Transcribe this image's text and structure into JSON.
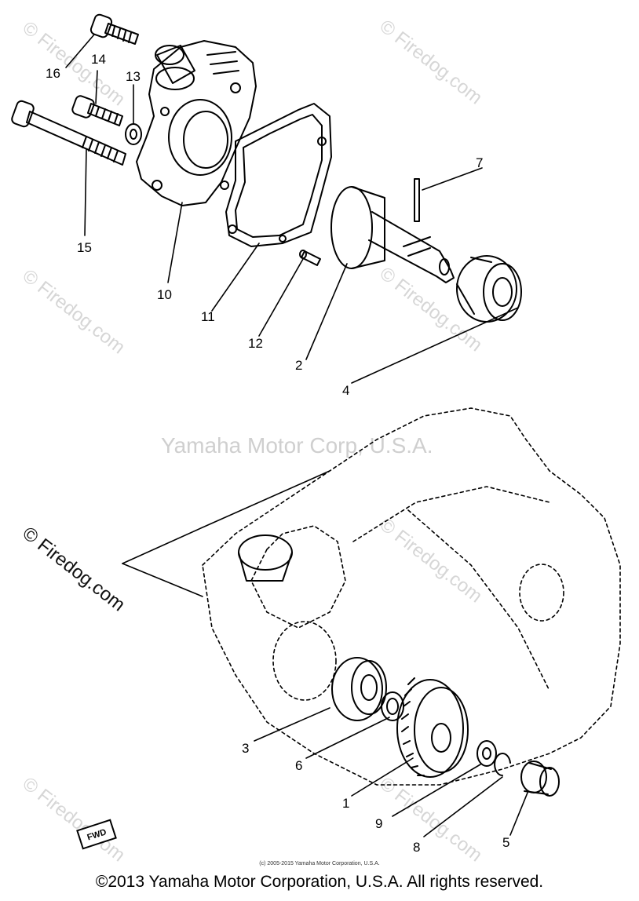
{
  "watermarks": {
    "site_mark": "© Firedog.com",
    "center_mark": "Yamaha Motor Corp, U.S.A."
  },
  "labels": {
    "p1": "1",
    "p2": "2",
    "p3": "3",
    "p4": "4",
    "p5": "5",
    "p6": "6",
    "p7": "7",
    "p8": "8",
    "p9": "9",
    "p10": "10",
    "p11": "11",
    "p12": "12",
    "p13": "13",
    "p14": "14",
    "p15": "15",
    "p16": "16"
  },
  "fwd_mark": "FWD",
  "small_copyright": "(c) 2005-2015 Yamaha Motor Corporation, U.S.A.",
  "footer": "©2013 Yamaha Motor Corporation, U.S.A. All rights reserved."
}
